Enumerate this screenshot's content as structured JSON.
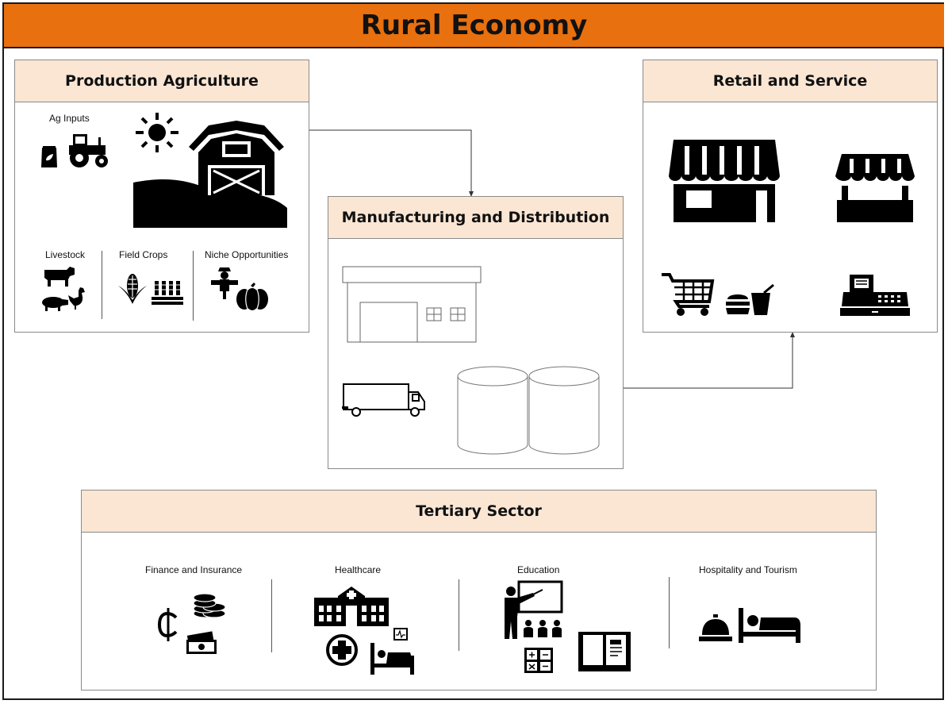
{
  "title": "Rural Economy",
  "production": {
    "title": "Production Agriculture",
    "ag_inputs": "Ag Inputs",
    "livestock": "Livestock",
    "field_crops": "Field Crops",
    "niche": "Niche Opportunities"
  },
  "manufacturing": {
    "title": "Manufacturing and Distribution"
  },
  "retail": {
    "title": "Retail and Service"
  },
  "tertiary": {
    "title": "Tertiary Sector",
    "finance": "Finance and Insurance",
    "healthcare": "Healthcare",
    "education": "Education",
    "hospitality": "Hospitality and Tourism"
  },
  "icons": [
    "seed-bag-icon",
    "tractor-icon",
    "sun-icon",
    "barn-icon",
    "cow-icon",
    "pig-icon",
    "chicken-icon",
    "corn-icon",
    "wheat-icon",
    "scarecrow-icon",
    "pumpkin-icon",
    "warehouse-icon",
    "truck-icon",
    "storage-tank-icon",
    "storefront-icon",
    "market-stall-icon",
    "shopping-cart-icon",
    "fast-food-icon",
    "cash-register-icon",
    "coins-icon",
    "cent-icon",
    "cash-icon",
    "hospital-icon",
    "medical-cross-icon",
    "patient-bed-icon",
    "teacher-icon",
    "calculator-icon",
    "book-icon",
    "service-bell-icon",
    "hotel-bed-icon"
  ],
  "colors": {
    "header": "#e8700f",
    "panel_header": "#fbe6d4"
  }
}
